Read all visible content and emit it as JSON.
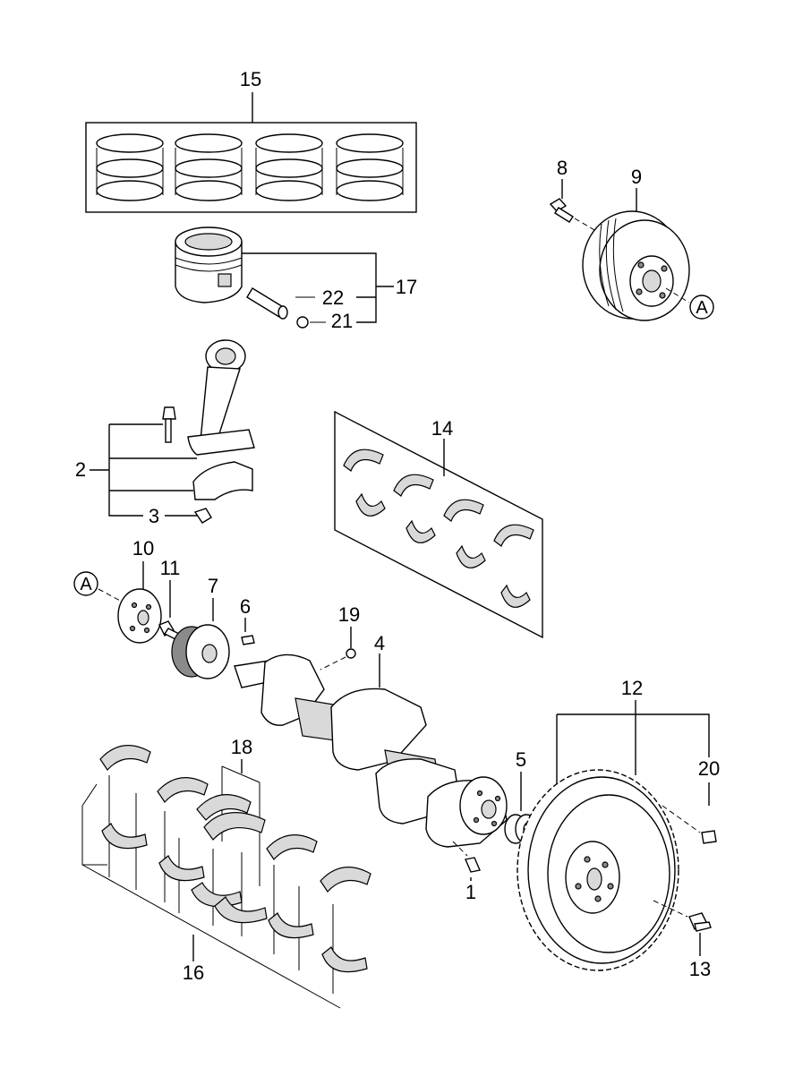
{
  "callouts": {
    "c1": "1",
    "c2": "2",
    "c3": "3",
    "c4": "4",
    "c5": "5",
    "c6": "6",
    "c7": "7",
    "c8": "8",
    "c9": "9",
    "c10": "10",
    "c11": "11",
    "c12": "12",
    "c13": "13",
    "c14": "14",
    "c15": "15",
    "c16": "16",
    "c17": "17",
    "c18": "18",
    "c19": "19",
    "c20": "20",
    "c21": "21",
    "c22": "22"
  },
  "reference_markers": {
    "a_top": "A",
    "a_left": "A"
  }
}
